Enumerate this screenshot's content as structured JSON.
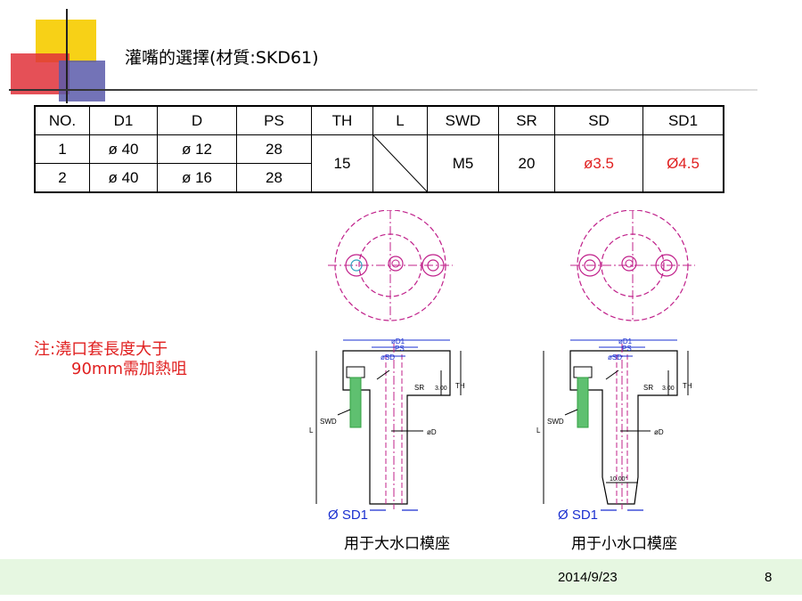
{
  "slide": {
    "title": "灌嘴的選擇(材質:SKD61)",
    "note_line1": "注:澆口套長度大于",
    "note_line2": "90mm需加熱咀",
    "date": "2014/9/23",
    "page_number": "8"
  },
  "table": {
    "headers": [
      "NO.",
      "D1",
      "D",
      "PS",
      "TH",
      "L",
      "SWD",
      "SR",
      "SD",
      "SD1"
    ],
    "rows": [
      {
        "no": "1",
        "d1": "ø 40",
        "d": "ø 12",
        "ps": "28"
      },
      {
        "no": "2",
        "d1": "ø 40",
        "d": "ø 16",
        "ps": "28"
      }
    ],
    "merged": {
      "th": "15",
      "swd": "M5",
      "sr": "20",
      "sd": "ø3.5",
      "sd1": "Ø4.5"
    }
  },
  "drawings": {
    "left": {
      "caption": "用于大水口模座",
      "sd1_label": "Ø SD1",
      "dims": {
        "d1": "øD1",
        "ps": "PS",
        "sd": "øSD",
        "sr": "SR",
        "th": "TH",
        "h3": "3.00",
        "swd": "SWD",
        "d": "øD",
        "l": "L"
      }
    },
    "right": {
      "caption": "用于小水口模座",
      "sd1_label": "Ø SD1",
      "dims": {
        "d1": "øD1",
        "ps": "PS",
        "sd": "øSD",
        "sr": "SR",
        "th": "TH",
        "h3": "3.00",
        "swd": "SWD",
        "d": "øD",
        "l": "L",
        "tip": "10.00°"
      }
    }
  },
  "colors": {
    "accent_red": "#e02020",
    "dim_blue": "#1a2fd0",
    "outline_magenta": "#c0208a",
    "screw_green": "#30a040",
    "footer_bg": "#e6f7e1"
  }
}
